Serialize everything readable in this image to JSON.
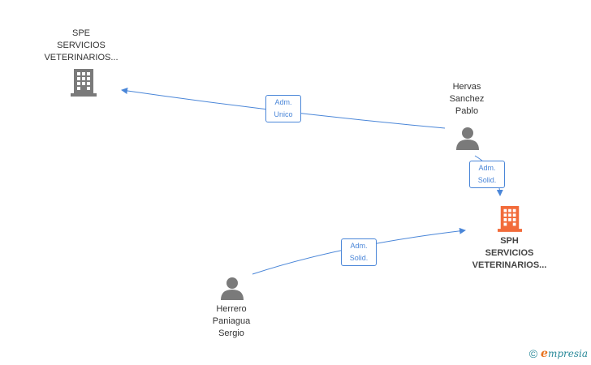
{
  "colors": {
    "edge": "#4a86d8",
    "company_icon": "#7a7a7a",
    "focus_company_icon": "#f26b3a",
    "person_icon": "#7a7a7a"
  },
  "nodes": {
    "spe": {
      "label": "SPE\nSERVICIOS\nVETERINARIOS...",
      "icon": "building-icon"
    },
    "sph": {
      "label": "SPH\nSERVICIOS\nVETERINARIOS...",
      "icon": "building-icon"
    },
    "hervas": {
      "label": "Hervas\nSanchez\nPablo",
      "icon": "person-icon"
    },
    "herrero": {
      "label": "Herrero\nPaniagua\nSergio",
      "icon": "person-icon"
    }
  },
  "edges": {
    "hervas_spe": "Adm.\nUnico",
    "hervas_sph": "Adm.\nSolid.",
    "herrero_sph": "Adm.\nSolid."
  },
  "footer": {
    "copyright": "©",
    "brand_initial": "e",
    "brand_rest": "mpresia"
  }
}
